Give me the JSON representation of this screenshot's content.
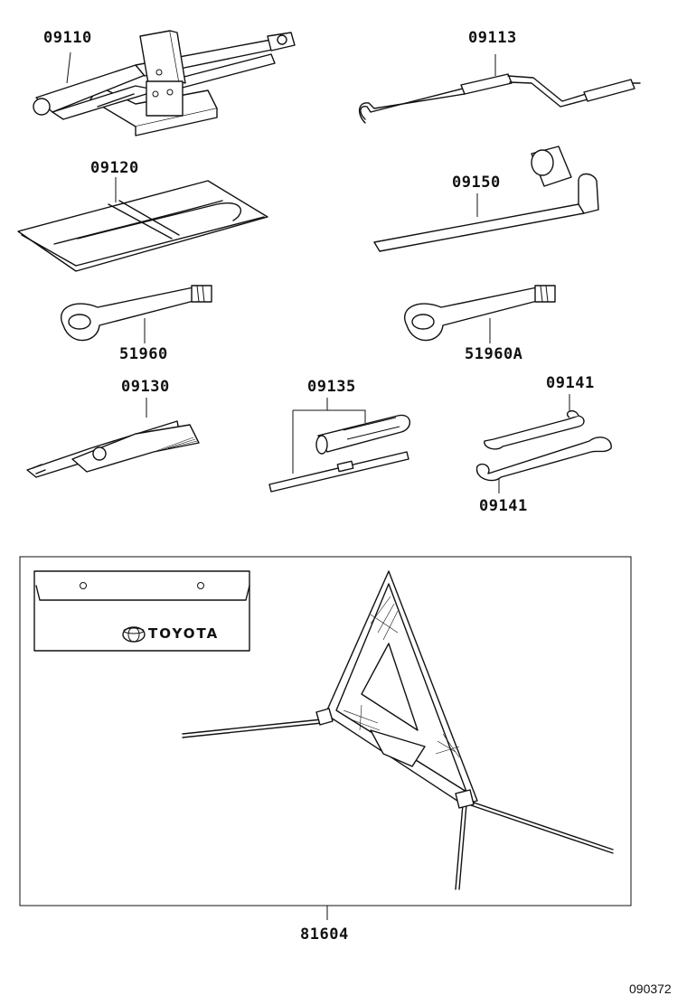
{
  "diagram": {
    "parts": [
      {
        "part_no": "09110"
      },
      {
        "part_no": "09113"
      },
      {
        "part_no": "09120"
      },
      {
        "part_no": "09150"
      },
      {
        "part_no": "51960"
      },
      {
        "part_no": "51960A"
      },
      {
        "part_no": "09130"
      },
      {
        "part_no": "09135"
      },
      {
        "part_no": "09141"
      },
      {
        "part_no": "09141"
      },
      {
        "part_no": "81604"
      }
    ],
    "brand": "TOYOTA",
    "diagram_code": "090372"
  },
  "colors": {
    "line": "#111111",
    "background": "#ffffff"
  }
}
